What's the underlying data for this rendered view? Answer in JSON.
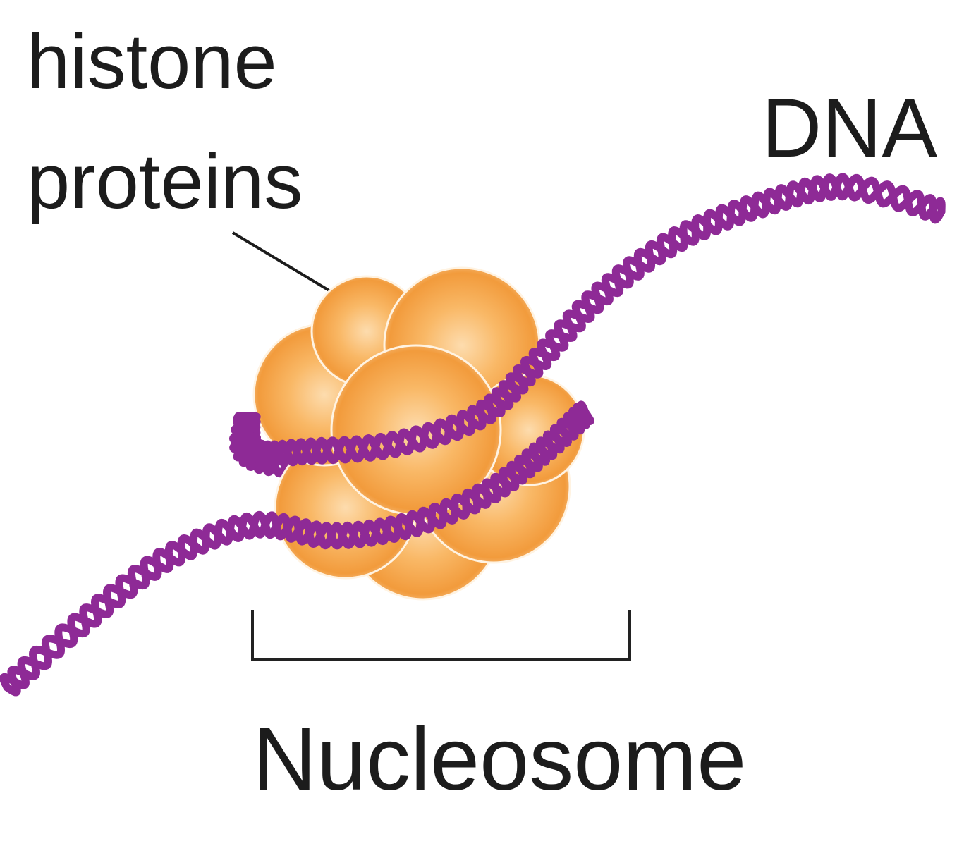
{
  "labels": {
    "histone_line1": "histone",
    "histone_line2": "proteins",
    "dna": "DNA",
    "nucleosome": "Nucleosome"
  },
  "icons": {
    "histone": "histone-octamer-icon",
    "dna": "dna-double-helix-icon"
  },
  "colors": {
    "dna": "#8e2a96",
    "histone_light": "#fdd9a4",
    "histone_mid": "#f7a64a",
    "histone_dark": "#ea8a26",
    "text": "#1c1c1c"
  }
}
